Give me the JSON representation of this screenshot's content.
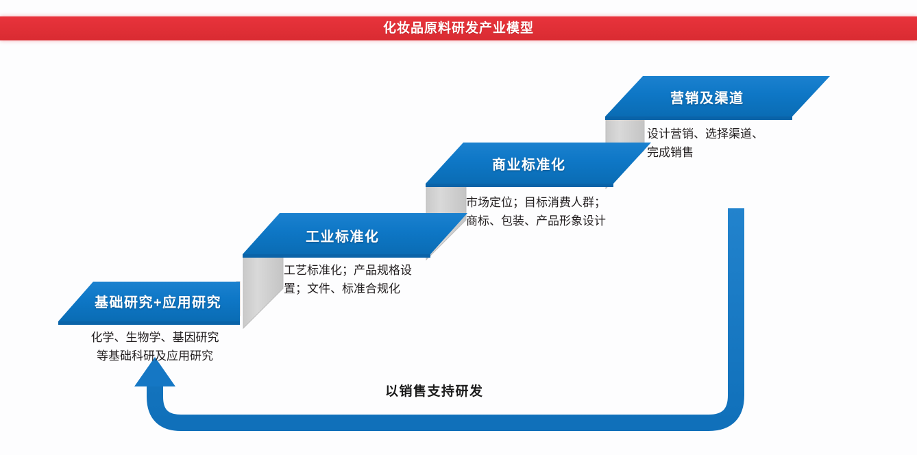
{
  "header": {
    "title": "化妆品原料研发产业模型",
    "bar_color": "#e0303a"
  },
  "colors": {
    "step_blue": "#0d75c4",
    "step_blue_dark": "#0a67ae",
    "riser_gray": "#d2d2d2",
    "arrow_blue": "#1577c4",
    "header_red": "#e0303a",
    "text_dark": "#231f20"
  },
  "diagram": {
    "type": "staircase-process",
    "step_count": 4,
    "steps": [
      {
        "index": 1,
        "title": "基础研究+应用研究",
        "description": "化学、生物学、基因研究\n等基础科研及应用研究"
      },
      {
        "index": 2,
        "title": "工业标准化",
        "description": "工艺标准化；产品规格设\n置；文件、标准合规化"
      },
      {
        "index": 3,
        "title": "商业标准化",
        "description": "市场定位；目标消费人群；\n商标、包装、产品形象设计"
      },
      {
        "index": 4,
        "title": "营销及渠道",
        "description": "设计营销、选择渠道、\n完成销售"
      }
    ],
    "feedback_loop": {
      "caption": "以销售支持研发",
      "direction": "right-to-left",
      "arrow_head": "up-arrow-icon"
    }
  }
}
